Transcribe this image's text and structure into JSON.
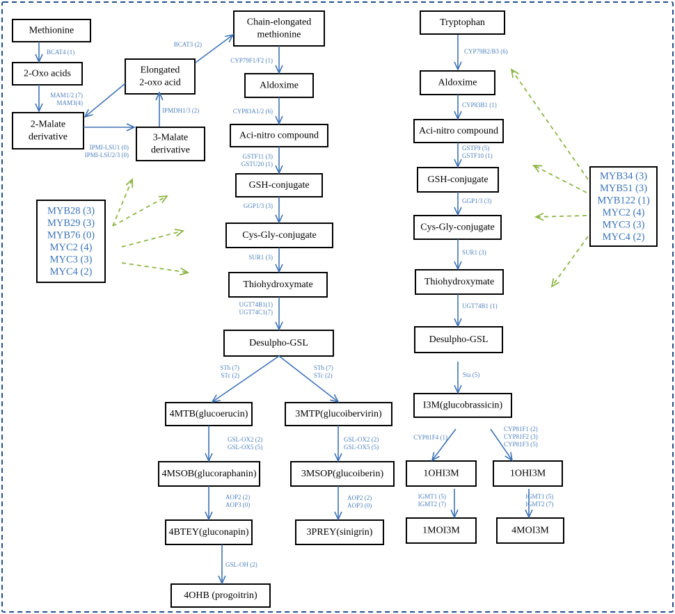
{
  "colors": {
    "frame": "#1f4e8c",
    "arrow": "#3d72b4",
    "enzyme_text": "#4f81bd",
    "tf_text": "#3a73b8",
    "regulation_arrow": "#8cb545",
    "node_border": "#000000"
  },
  "nodes": {
    "methionine": "Methionine",
    "oxo_acids": "2-Oxo acids",
    "malate_derivative_2": [
      "2-Malate",
      "derivative"
    ],
    "elongated_oxo_acid": [
      "Elongated",
      "2-oxo acid"
    ],
    "malate_derivative_3": [
      "3-Malate",
      "derivative"
    ],
    "chain_elongated_met": [
      "Chain-elongated",
      "methionine"
    ],
    "aliphatic_aldoxime": "Aldoxime",
    "aliphatic_aci_nitro": "Aci-nitro compound",
    "aliphatic_gsh": "GSH-conjugate",
    "aliphatic_cys_gly": "Cys-Gly-conjugate",
    "aliphatic_thiohydroxymate": "Thiohydroxymate",
    "aliphatic_desulpho_gsl": "Desulpho-GSL",
    "mtb4": "4MTB(glucoerucin)",
    "mtp3": "3MTP(glucoibervirin)",
    "msob4": "4MSOB(glucoraphanin)",
    "msop3": "3MSOP(glucoiberin)",
    "btey4": "4BTEY(gluconapin)",
    "prey3": "3PREY(sinigrin)",
    "ohb4": "4OHB (progoitrin)",
    "tryptophan": "Tryptophan",
    "indolic_aldoxime": "Aldoxime",
    "indolic_aci_nitro": "Aci-nitro compound",
    "indolic_gsh": "GSH-conjugate",
    "indolic_cys_gly": "Cys-Gly-conjugate",
    "indolic_thiohydroxymate": "Thiohydroxymate",
    "indolic_desulpho_gsl": "Desulpho-GSL",
    "i3m": "I3M(glucobrassicin)",
    "ohi3m_left": "1OHI3M",
    "ohi3m_right": "1OHI3M",
    "moi3m_1": "1MOI3M",
    "moi3m_4": "4MOI3M"
  },
  "enzymes": {
    "bcat4": [
      "BCAT4 (1)"
    ],
    "mam": [
      "MAM1/2 (7)",
      "MAM3(4)"
    ],
    "ipmi": [
      "IPMI-LSU1 (0)",
      "IPMI-LSU2/3 (0)"
    ],
    "ipmdh": [
      "IPMDH1/3 (2)"
    ],
    "bcat3": [
      "BCAT3 (2)"
    ],
    "cyp79f": [
      "CYP79F1/F2 (1)"
    ],
    "cyp83a1": [
      "CYP83A1/2 (6)"
    ],
    "gstf11": [
      "GSTF11 (3)",
      "GSTU20 (1)"
    ],
    "ggp_aliph": [
      "GGP1/3 (3)"
    ],
    "sur1_aliph": [
      "SUR1 (3)"
    ],
    "ugt_aliph": [
      "UGT74B1(1)",
      "UGT74C1(7)"
    ],
    "st_left": [
      "STb (7)",
      "STc (2)"
    ],
    "st_right": [
      "STb (7)",
      "STc (2)"
    ],
    "gsl_ox_left": [
      "GSL-OX2 (2)",
      "GSL-OX5 (5)"
    ],
    "gsl_ox_right": [
      "GSL-OX2 (2)",
      "GSL-OX5 (5)"
    ],
    "aop_left": [
      "AOP2 (2)",
      "AOP3 (0)"
    ],
    "aop_right": [
      "AOP2 (2)",
      "AOP3 (0)"
    ],
    "gsl_oh": [
      "GSL-OH (2)"
    ],
    "cyp79b": [
      "CYP79B2/B3 (6)"
    ],
    "cyp83b1": [
      "CYP83B1 (1)"
    ],
    "gstf9": [
      "GSTF9 (5)",
      "GSTF10 (1)"
    ],
    "ggp_ind": [
      "GGP1/3 (3)"
    ],
    "sur1_ind": [
      "SUR1 (3)"
    ],
    "ugt_ind": [
      "UGT74B1 (1)"
    ],
    "sta": [
      "Sta (5)"
    ],
    "cyp81f4": [
      "CYP81F4 (1)"
    ],
    "cyp81f123": [
      "CYP81F1 (2)",
      "CYP81F2 (3)",
      "CYP81F3 (5)"
    ],
    "igmt_left": [
      "IGMT1 (5)",
      "IGMT2 (7)"
    ],
    "igmt_right": [
      "IGMT1 (5)",
      "IGMT2 (7)"
    ]
  },
  "tf_aliphatic": [
    "MYB28 (3)",
    "MYB29 (3)",
    "MYB76 (0)",
    "MYC2 (4)",
    "MYC3 (3)",
    "MYC4 (2)"
  ],
  "tf_indolic": [
    "MYB34 (3)",
    "MYB51 (3)",
    "MYB122 (1)",
    "MYC2 (4)",
    "MYC3 (3)",
    "MYC4 (2)"
  ]
}
